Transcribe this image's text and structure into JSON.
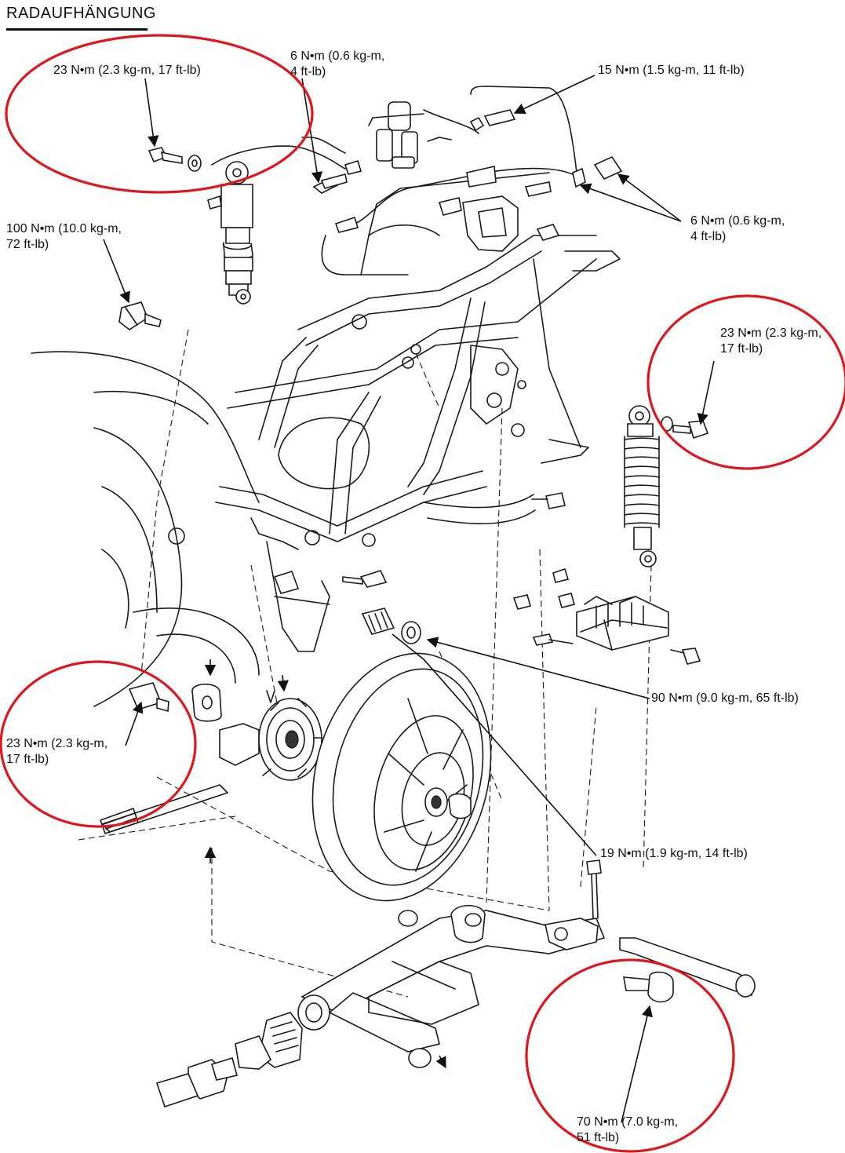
{
  "title": "RADAUFHÄNGUNG",
  "torque_labels": {
    "shock_top_left": "23 N•m (2.3 kg-m, 17 ft-lb)",
    "valve_line_top": "6 N•m (0.6 kg-m,\n4 ft-lb)",
    "hose_fitting_top_right": "15 N•m (1.5 kg-m, 11 ft-lb)",
    "fittings_right": "6 N•m (0.6 kg-m,\n4 ft-lb)",
    "pivot_left": "100 N•m (10.0 kg-m,\n72 ft-lb)",
    "shock_right": "23 N•m (2.3 kg-m,\n17 ft-lb)",
    "axle_nut": "90 N•m (9.0 kg-m, 65 ft-lb)",
    "final_drive_left": "23 N•m (2.3 kg-m,\n17 ft-lb)",
    "swingarm_bolt": "19 N•m (1.9 kg-m, 14 ft-lb)",
    "pivot_bolt_bottom": "70 N•m (7.0 kg-m,\n51 ft-lb)"
  },
  "highlight_color": "#e0161f"
}
